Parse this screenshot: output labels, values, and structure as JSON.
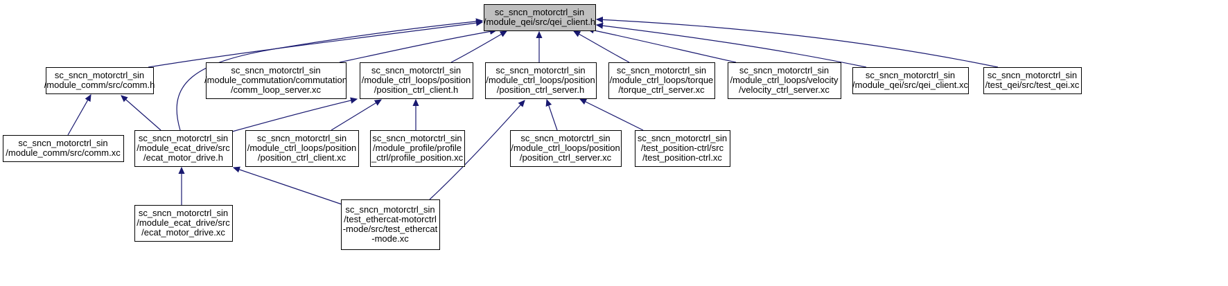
{
  "graph": {
    "colors": {
      "root_fill": "#bfbfbf",
      "node_fill": "#ffffff",
      "border": "#000000",
      "edge": "#191970",
      "text": "#000000"
    },
    "nodes": [
      {
        "id": "root",
        "root": true,
        "lines": [
          "sc_sncn_motorctrl_sin",
          "/module_qei/src/qei_client.h"
        ]
      },
      {
        "id": "comm_h",
        "lines": [
          "sc_sncn_motorctrl_sin",
          "/module_comm/src/comm.h"
        ]
      },
      {
        "id": "comm_loop_server",
        "lines": [
          "sc_sncn_motorctrl_sin",
          "/module_commutation/commutation",
          "/comm_loop_server.xc"
        ]
      },
      {
        "id": "position_ctrl_client_h",
        "lines": [
          "sc_sncn_motorctrl_sin",
          "/module_ctrl_loops/position",
          "/position_ctrl_client.h"
        ]
      },
      {
        "id": "position_ctrl_server_h",
        "lines": [
          "sc_sncn_motorctrl_sin",
          "/module_ctrl_loops/position",
          "/position_ctrl_server.h"
        ]
      },
      {
        "id": "torque_ctrl_server",
        "lines": [
          "sc_sncn_motorctrl_sin",
          "/module_ctrl_loops/torque",
          "/torque_ctrl_server.xc"
        ]
      },
      {
        "id": "velocity_ctrl_server",
        "lines": [
          "sc_sncn_motorctrl_sin",
          "/module_ctrl_loops/velocity",
          "/velocity_ctrl_server.xc"
        ]
      },
      {
        "id": "qei_client_xc",
        "lines": [
          "sc_sncn_motorctrl_sin",
          "/module_qei/src/qei_client.xc"
        ]
      },
      {
        "id": "test_qei",
        "lines": [
          "sc_sncn_motorctrl_sin",
          "/test_qei/src/test_qei.xc"
        ]
      },
      {
        "id": "comm_xc",
        "lines": [
          "sc_sncn_motorctrl_sin",
          "/module_comm/src/comm.xc"
        ]
      },
      {
        "id": "ecat_motor_drive_h",
        "lines": [
          "sc_sncn_motorctrl_sin",
          "/module_ecat_drive/src",
          "/ecat_motor_drive.h"
        ]
      },
      {
        "id": "position_ctrl_client_xc",
        "lines": [
          "sc_sncn_motorctrl_sin",
          "/module_ctrl_loops/position",
          "/position_ctrl_client.xc"
        ]
      },
      {
        "id": "profile_position",
        "lines": [
          "sc_sncn_motorctrl_sin",
          "/module_profile/profile",
          "_ctrl/profile_position.xc"
        ]
      },
      {
        "id": "position_ctrl_server_xc",
        "lines": [
          "sc_sncn_motorctrl_sin",
          "/module_ctrl_loops/position",
          "/position_ctrl_server.xc"
        ]
      },
      {
        "id": "test_position_ctrl",
        "lines": [
          "sc_sncn_motorctrl_sin",
          "/test_position-ctrl/src",
          "/test_position-ctrl.xc"
        ]
      },
      {
        "id": "ecat_motor_drive_xc",
        "lines": [
          "sc_sncn_motorctrl_sin",
          "/module_ecat_drive/src",
          "/ecat_motor_drive.xc"
        ]
      },
      {
        "id": "test_ethercat",
        "lines": [
          "sc_sncn_motorctrl_sin",
          "/test_ethercat-motorctrl",
          "-mode/src/test_ethercat",
          "-mode.xc"
        ]
      }
    ],
    "edges": [
      {
        "from": "comm_h",
        "to": "root"
      },
      {
        "from": "comm_loop_server",
        "to": "root"
      },
      {
        "from": "position_ctrl_client_h",
        "to": "root"
      },
      {
        "from": "position_ctrl_server_h",
        "to": "root"
      },
      {
        "from": "torque_ctrl_server",
        "to": "root"
      },
      {
        "from": "velocity_ctrl_server",
        "to": "root"
      },
      {
        "from": "qei_client_xc",
        "to": "root"
      },
      {
        "from": "test_qei",
        "to": "root"
      },
      {
        "from": "ecat_motor_drive_h",
        "to": "root"
      },
      {
        "from": "comm_xc",
        "to": "comm_h"
      },
      {
        "from": "ecat_motor_drive_h",
        "to": "comm_h"
      },
      {
        "from": "ecat_motor_drive_h",
        "to": "position_ctrl_client_h"
      },
      {
        "from": "position_ctrl_client_xc",
        "to": "position_ctrl_client_h"
      },
      {
        "from": "profile_position",
        "to": "position_ctrl_client_h"
      },
      {
        "from": "test_ethercat",
        "to": "position_ctrl_server_h"
      },
      {
        "from": "position_ctrl_server_xc",
        "to": "position_ctrl_server_h"
      },
      {
        "from": "test_position_ctrl",
        "to": "position_ctrl_server_h"
      },
      {
        "from": "ecat_motor_drive_xc",
        "to": "ecat_motor_drive_h"
      },
      {
        "from": "test_ethercat",
        "to": "ecat_motor_drive_h"
      }
    ]
  }
}
